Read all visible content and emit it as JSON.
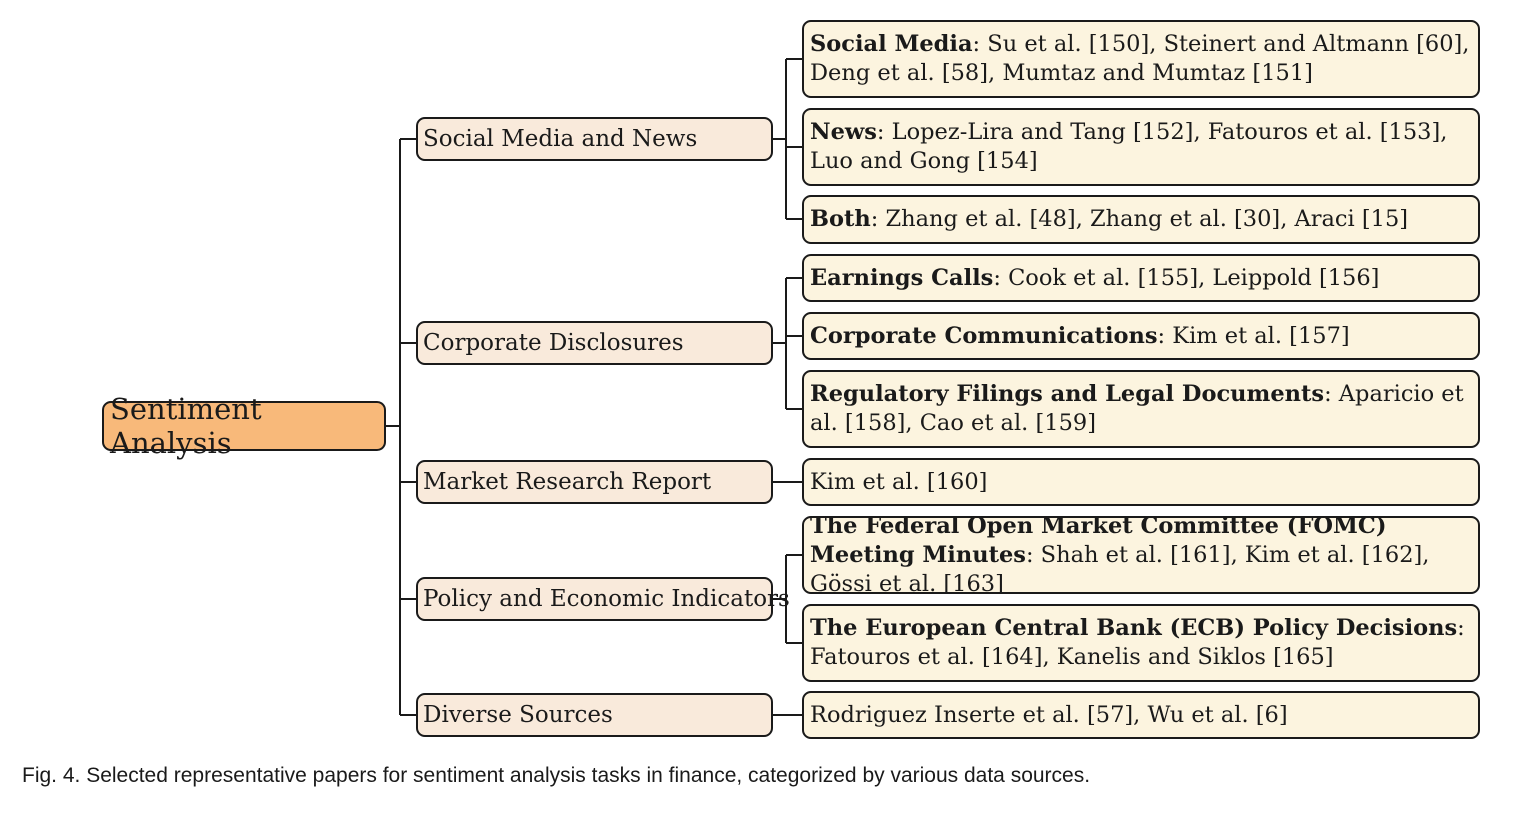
{
  "root": {
    "label": "Sentiment Analysis"
  },
  "categories": [
    {
      "label": "Social Media and News",
      "leaves": [
        {
          "bold": "Social Media",
          "text": ": Su et al. [150], Steinert and Altmann [60], Deng et al. [58], Mumtaz and Mumtaz [151]"
        },
        {
          "bold": "News",
          "text": ": Lopez-Lira and Tang [152], Fatouros et al. [153], Luo and Gong [154]"
        },
        {
          "bold": "Both",
          "text": ": Zhang et al. [48], Zhang et al. [30], Araci [15]"
        }
      ]
    },
    {
      "label": "Corporate Disclosures",
      "leaves": [
        {
          "bold": "Earnings Calls",
          "text": ": Cook et al. [155], Leippold [156]"
        },
        {
          "bold": "Corporate Communications",
          "text": ": Kim et al. [157]"
        },
        {
          "bold": "Regulatory Filings and Legal Documents",
          "text": ": Aparicio et al. [158], Cao et al. [159]"
        }
      ]
    },
    {
      "label": "Market Research Report",
      "leaves": [
        {
          "bold": "",
          "text": "Kim et al. [160]"
        }
      ]
    },
    {
      "label": "Policy and Economic Indicators",
      "leaves": [
        {
          "bold": "The Federal Open Market Committee (FOMC) Meeting Minutes",
          "text": ": Shah et al. [161], Kim et al. [162], Gössi et al. [163]"
        },
        {
          "bold": "The European Central Bank (ECB) Policy Decisions",
          "text": ": Fatouros et al. [164], Kanelis and Siklos [165]"
        }
      ]
    },
    {
      "label": "Diverse Sources",
      "leaves": [
        {
          "bold": "",
          "text": "Rodriguez Inserte et al. [57], Wu et al. [6]"
        }
      ]
    }
  ],
  "caption": "Fig. 4. Selected representative papers for sentiment analysis tasks in finance, categorized by various data sources."
}
